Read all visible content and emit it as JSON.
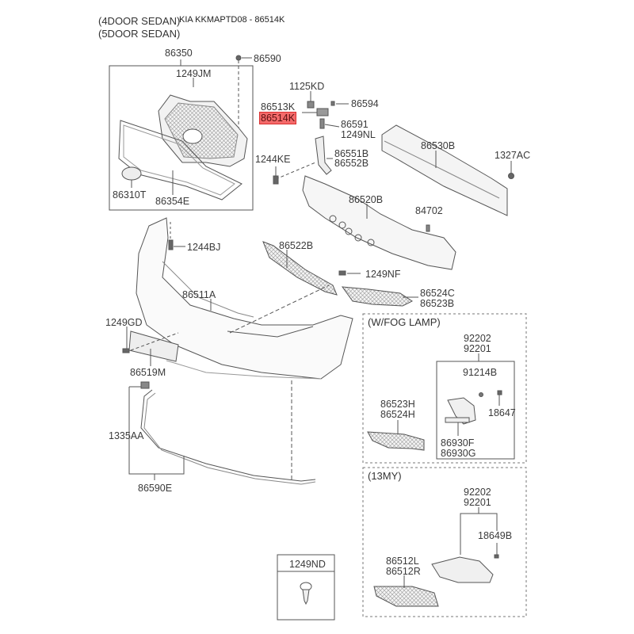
{
  "title": "KIA KKMAPTD08 - 86514K",
  "headers": [
    "(4DOOR SEDAN)",
    "(5DOOR SEDAN)"
  ],
  "highlight_color": "#f46a6a",
  "highlighted_part": "86514K",
  "parts": {
    "p86350": "86350",
    "p86590": "86590",
    "p1249JM": "1249JM",
    "p86310T": "86310T",
    "p86354E": "86354E",
    "p1125KD": "1125KD",
    "p86513K": "86513K",
    "p86514K": "86514K",
    "p86594": "86594",
    "p86591": "86591",
    "p1249NL": "1249NL",
    "p86530B": "86530B",
    "p1327AC": "1327AC",
    "p1244KE": "1244KE",
    "p86551B": "86551B",
    "p86552B": "86552B",
    "p86520B": "86520B",
    "p84702": "84702",
    "p1244BJ": "1244BJ",
    "p86522B": "86522B",
    "p1249NF": "1249NF",
    "p86524C": "86524C",
    "p86523B": "86523B",
    "p86511A": "86511A",
    "p1249GD": "1249GD",
    "p86519M": "86519M",
    "p1335AA": "1335AA",
    "p86590E": "86590E",
    "p1249ND": "1249ND"
  },
  "fog_lamp_box": {
    "label": "(W/FOG LAMP)",
    "p92202": "92202",
    "p92201": "92201",
    "p91214B": "91214B",
    "p18647": "18647",
    "p86523H": "86523H",
    "p86524H": "86524H",
    "p86930F": "86930F",
    "p86930G": "86930G"
  },
  "my13_box": {
    "label": "(13MY)",
    "p92202": "92202",
    "p92201": "92201",
    "p18649B": "18649B",
    "p86512L": "86512L",
    "p86512R": "86512R"
  }
}
